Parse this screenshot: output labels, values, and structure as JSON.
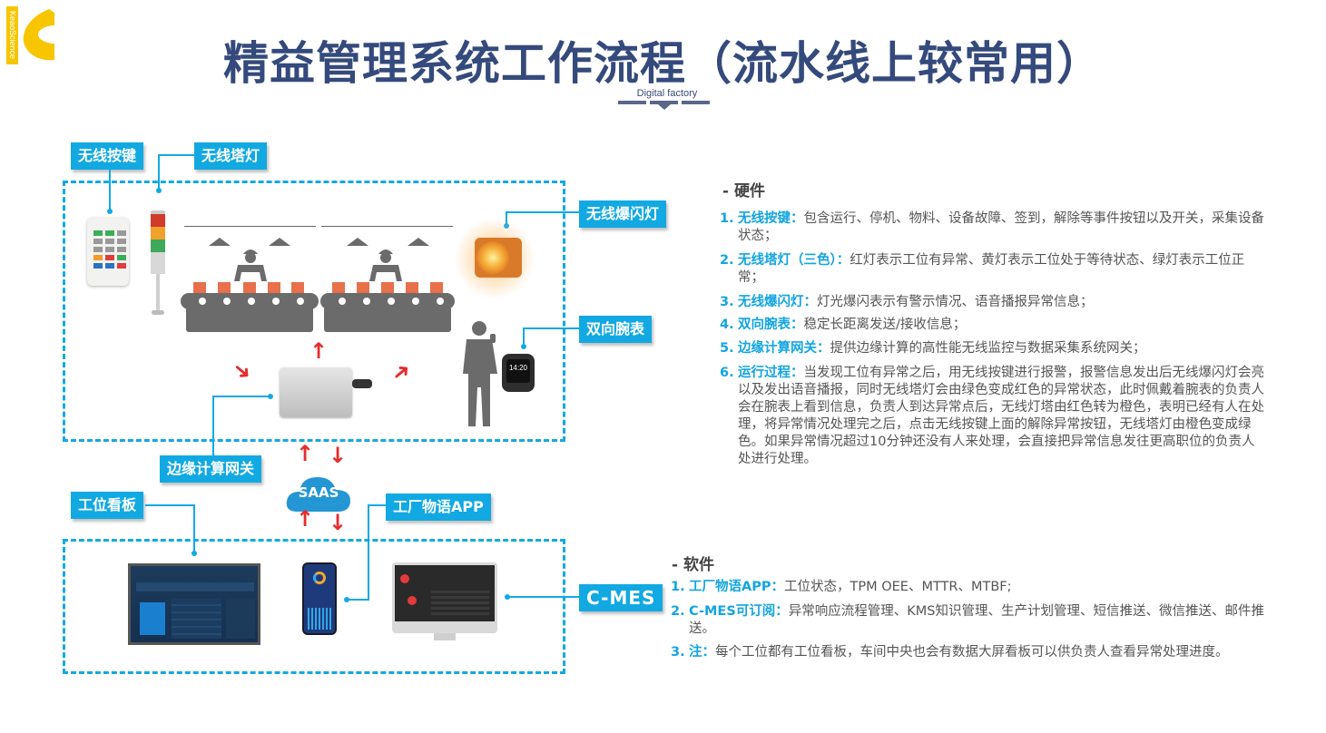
{
  "logo": {
    "brand_text": "KeaoScience",
    "color": "#f7c600"
  },
  "header": {
    "title": "精益管理系统工作流程（流水线上较常用）",
    "subtitle": "Digital factory"
  },
  "diagram": {
    "labels": {
      "wireless_button": "无线按键",
      "wireless_tower_light": "无线塔灯",
      "wireless_strobe": "无线爆闪灯",
      "wristwatch": "双向腕表",
      "edge_gateway": "边缘计算网关",
      "station_board": "工位看板",
      "saas": "SAAS",
      "factory_app": "工厂物语APP",
      "cmes": "C-MES"
    },
    "watch_time": "14:20",
    "accent_color": "#12a9e3",
    "arrow_color": "#e62d2d"
  },
  "hardware": {
    "heading": "-  硬件",
    "items": [
      {
        "num": "1.",
        "key": "无线按键：",
        "text": "包含运行、停机、物料、设备故障、签到，解除等事件按钮以及开关，采集设备状态；"
      },
      {
        "num": "2.",
        "key": "无线塔灯（三色）：",
        "text": "红灯表示工位有异常、黄灯表示工位处于等待状态、绿灯表示工位正常；"
      },
      {
        "num": "3.",
        "key": "无线爆闪灯：",
        "text": "灯光爆闪表示有警示情况、语音播报异常信息；"
      },
      {
        "num": "4.",
        "key": "双向腕表：",
        "text": "稳定长距离发送/接收信息；"
      },
      {
        "num": "5.",
        "key": "边缘计算网关：",
        "text": "提供边缘计算的高性能无线监控与数据采集系统网关；"
      },
      {
        "num": "6.",
        "key": "运行过程：",
        "text": "当发现工位有异常之后，用无线按键进行报警，报警信息发出后无线爆闪灯会亮以及发出语音播报，同时无线塔灯会由绿色变成红色的异常状态，此时佩戴着腕表的负责人会在腕表上看到信息，负责人到达异常点后，无线灯塔由红色转为橙色，表明已经有人在处理，将异常情况处理完之后，点击无线按键上面的解除异常按钮，无线塔灯由橙色变成绿色。如果异常情况超过10分钟还没有人来处理，会直接把异常信息发往更高职位的负责人处进行处理。"
      }
    ]
  },
  "software": {
    "heading": "-  软件",
    "items": [
      {
        "num": "1.",
        "key": "工厂物语APP：",
        "text": "工位状态，TPM OEE、MTTR、MTBF;"
      },
      {
        "num": "2.",
        "key": "C-MES可订阅：",
        "text": "异常响应流程管理、KMS知识管理、生产计划管理、短信推送、微信推送、邮件推送。"
      },
      {
        "num": "3.",
        "key": "注：",
        "text": "每个工位都有工位看板，车间中央也会有数据大屏看板可以供负责人查看异常处理进度。"
      }
    ]
  }
}
